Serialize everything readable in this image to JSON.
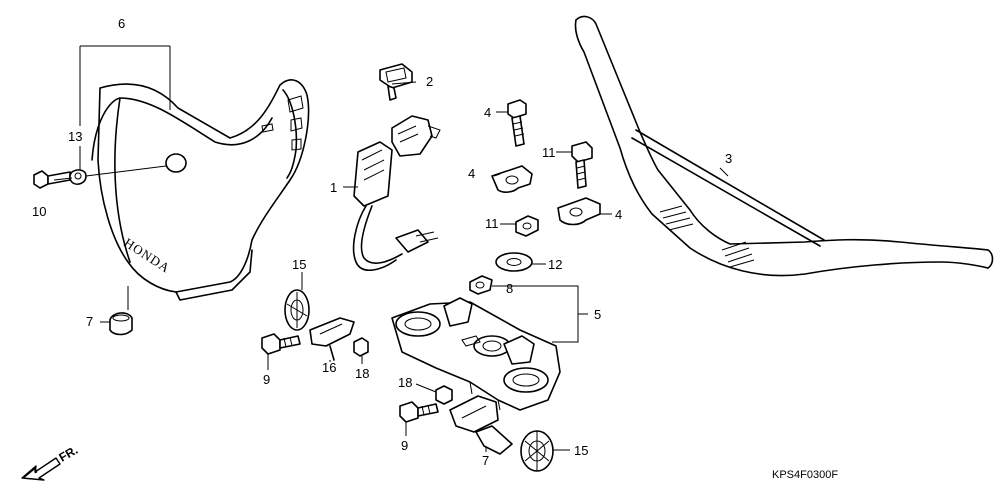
{
  "callouts": {
    "c1": "1",
    "c2": "2",
    "c3": "3",
    "c4a": "4",
    "c4b": "4",
    "c4c": "4",
    "c5": "5",
    "c6": "6",
    "c7a": "7",
    "c7b": "7",
    "c8": "8",
    "c9a": "9",
    "c9b": "9",
    "c10": "10",
    "c11a": "11",
    "c11b": "11",
    "c12": "12",
    "c13": "13",
    "c15a": "15",
    "c15b": "15",
    "c16": "16",
    "c18a": "18",
    "c18b": "18"
  },
  "brand_text": "HONDA",
  "direction_label": "FR.",
  "diagram_code": "KPS4F0300F"
}
